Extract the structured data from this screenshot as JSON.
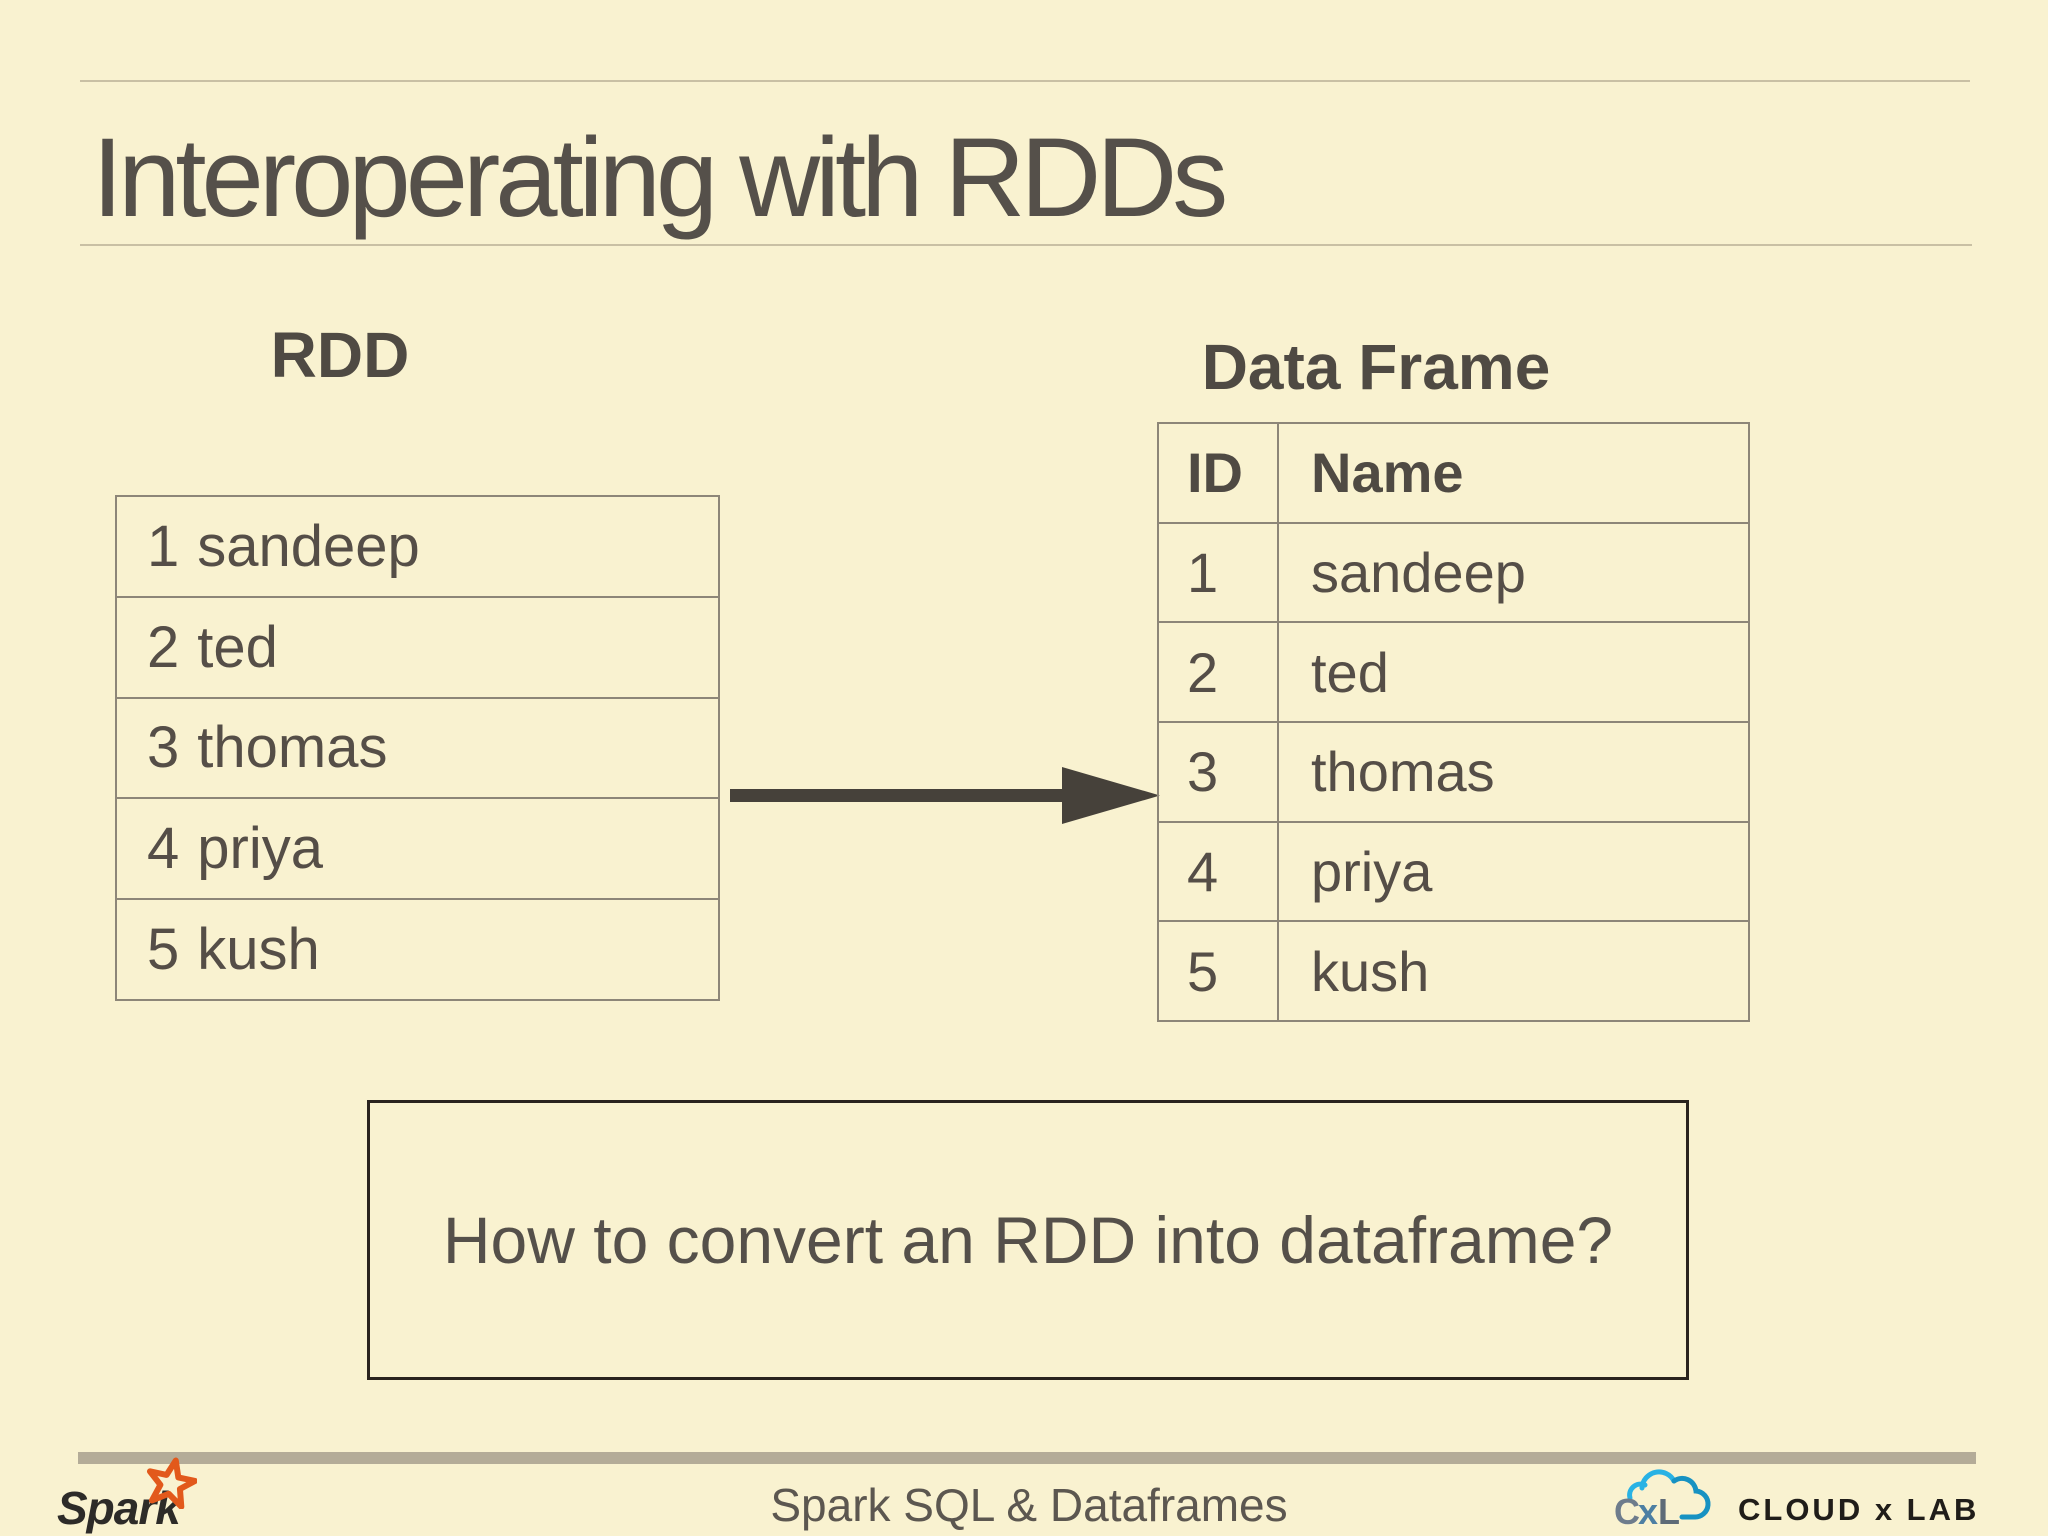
{
  "slide": {
    "title": "Interoperating with RDDs",
    "rdd_label": "RDD",
    "dataframe_label": "Data Frame",
    "question": "How to convert an RDD into dataframe?"
  },
  "dataframe_headers": {
    "id": "ID",
    "name": "Name"
  },
  "records": [
    {
      "id": "1",
      "name": "sandeep"
    },
    {
      "id": "2",
      "name": "ted"
    },
    {
      "id": "3",
      "name": "thomas"
    },
    {
      "id": "4",
      "name": "priya"
    },
    {
      "id": "5",
      "name": "kush"
    }
  ],
  "footer": {
    "spark_logo_text": "Spark",
    "center_text": "Spark SQL & Dataframes",
    "cloudxlab_monogram": {
      "c": "C",
      "x": "x",
      "l": "L"
    },
    "cloudxlab_text": "CLOUD x LAB"
  },
  "colors": {
    "background": "#f9f2d0",
    "rule": "#c9c0a4",
    "title_text": "#55504a",
    "table_border": "#8d8678",
    "body_text": "#554e47",
    "arrow": "#46413a",
    "question_border": "#2a241e",
    "footer_bar": "#b4ac98",
    "spark_orange": "#e2591b",
    "cloud_blue": "#29b2e4",
    "cloud_teal": "#1792c2",
    "cloud_slate": "#6e7c8c"
  }
}
